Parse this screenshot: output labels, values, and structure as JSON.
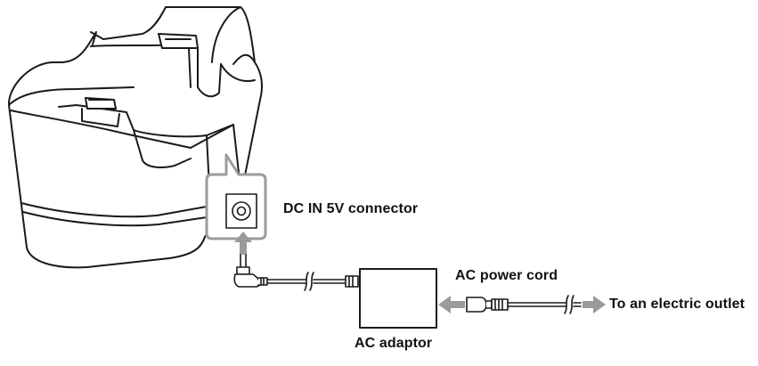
{
  "labels": {
    "dc_connector": "DC IN 5V connector",
    "ac_power_cord": "AC power cord",
    "to_outlet": "To an electric outlet",
    "ac_adaptor": "AC adaptor"
  },
  "colors": {
    "outline": "#1a1a1a",
    "arrow_gray": "#9a9a9a",
    "callout_gray": "#9c9c9c"
  }
}
